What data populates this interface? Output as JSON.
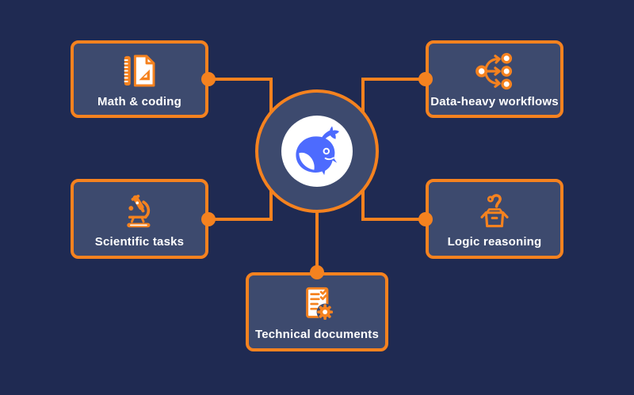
{
  "title": "DeepSeek capability diagram",
  "colors": {
    "background": "#1F2A52",
    "panel": "#3D4A6E",
    "accent_orange": "#F5821F",
    "logo_blue": "#4D6BFE",
    "text": "#FFFFFF",
    "logo_disc": "#FFFFFF"
  },
  "center": {
    "logo_icon": "deepseek-whale-icon"
  },
  "nodes": [
    {
      "id": "math-coding",
      "label": "Math & coding",
      "icon": "ruler-and-document-icon",
      "position": "top-left"
    },
    {
      "id": "data-heavy-workflows",
      "label": "Data-heavy workflows",
      "icon": "fan-out-nodes-icon",
      "position": "top-right"
    },
    {
      "id": "scientific-tasks",
      "label": "Scientific tasks",
      "icon": "microscope-icon",
      "position": "middle-left"
    },
    {
      "id": "logic-reasoning",
      "label": "Logic reasoning",
      "icon": "mystery-box-question-icon",
      "position": "middle-right"
    },
    {
      "id": "technical-documents",
      "label": "Technical documents",
      "icon": "checklist-with-gear-icon",
      "position": "bottom-center"
    }
  ]
}
